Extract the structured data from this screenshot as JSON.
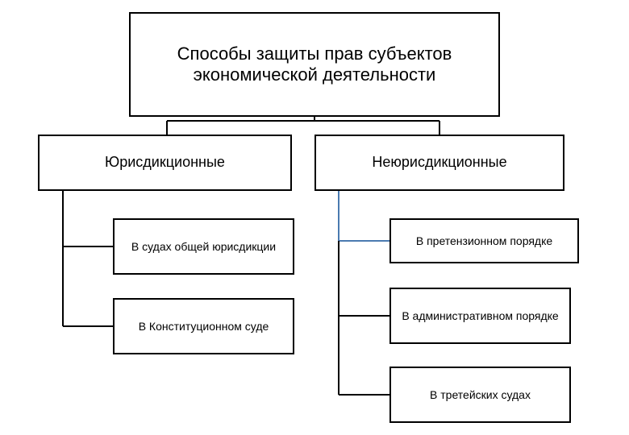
{
  "diagram": {
    "root": {
      "label": "Способы защиты прав субъектов экономической деятельности"
    },
    "categories": {
      "jurisdictional": {
        "label": "Юрисдикционные",
        "items": [
          "В судах общей юрисдикции",
          "В Конституционном суде"
        ]
      },
      "non_jurisdictional": {
        "label": "Неюрисдикционные",
        "items": [
          "В претензионном порядке",
          "В административном порядке",
          "В третейских судах"
        ]
      }
    },
    "colors": {
      "line": "#000000",
      "accent_line": "#4a7ab0"
    }
  }
}
